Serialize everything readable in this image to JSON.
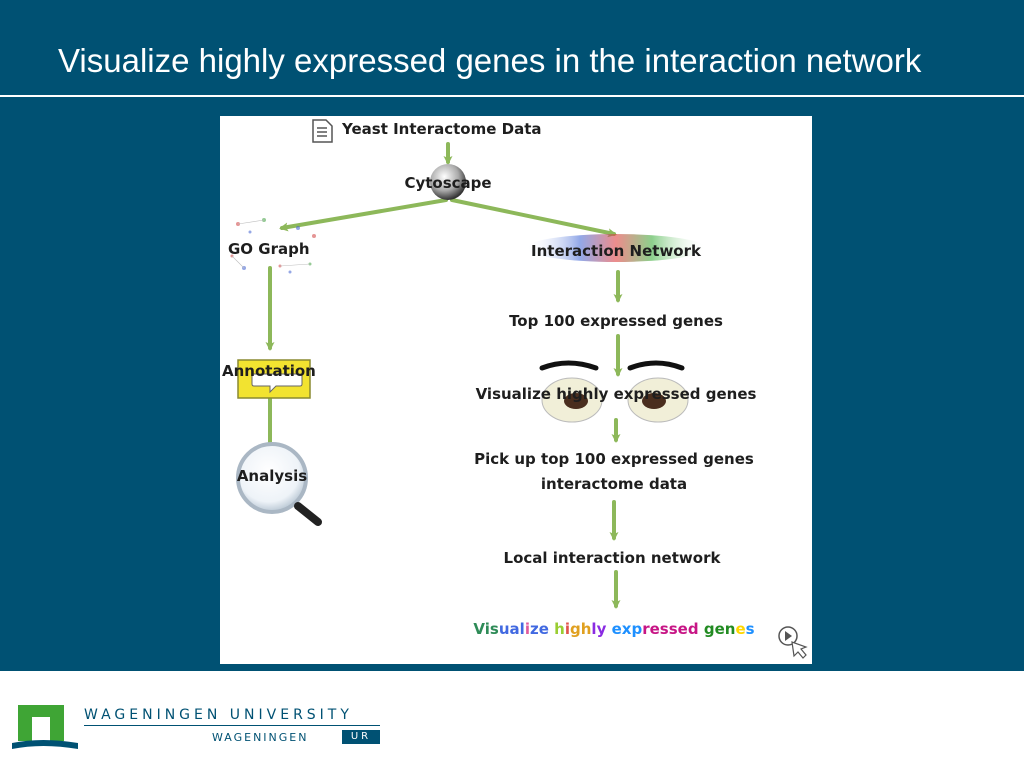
{
  "slide": {
    "title": "Visualize highly expressed genes in the interaction network"
  },
  "diagram": {
    "nodes": {
      "source": "Yeast Interactome Data",
      "cytoscape": "Cytoscape",
      "go_graph": "GO Graph",
      "annotation": "Annotation",
      "analysis": "Analysis",
      "interaction_network": "Interaction Network",
      "top100": "Top 100 expressed  genes",
      "visualize": "Visualize highly expressed genes",
      "pickup_line1": "Pick up top 100 expressed genes",
      "pickup_line2": "interactome data",
      "local_network": "Local interaction network"
    },
    "final_label_letters": [
      {
        "ch": "V",
        "color": "#2e8b57"
      },
      {
        "ch": "i",
        "color": "#2e8b57"
      },
      {
        "ch": "s",
        "color": "#2e8b57"
      },
      {
        "ch": "u",
        "color": "#4169e1"
      },
      {
        "ch": "a",
        "color": "#4169e1"
      },
      {
        "ch": "l",
        "color": "#4169e1"
      },
      {
        "ch": "i",
        "color": "#e05a9c"
      },
      {
        "ch": "z",
        "color": "#4169e1"
      },
      {
        "ch": "e",
        "color": "#4169e1"
      },
      {
        "ch": " ",
        "color": "#000000"
      },
      {
        "ch": "h",
        "color": "#9acd32"
      },
      {
        "ch": "i",
        "color": "#e0524a"
      },
      {
        "ch": "g",
        "color": "#e0a020"
      },
      {
        "ch": "h",
        "color": "#e0a020"
      },
      {
        "ch": "l",
        "color": "#8a2be2"
      },
      {
        "ch": "y",
        "color": "#8a2be2"
      },
      {
        "ch": " ",
        "color": "#000000"
      },
      {
        "ch": "e",
        "color": "#1e90ff"
      },
      {
        "ch": "x",
        "color": "#1e90ff"
      },
      {
        "ch": "p",
        "color": "#1e90ff"
      },
      {
        "ch": "r",
        "color": "#c71585"
      },
      {
        "ch": "e",
        "color": "#c71585"
      },
      {
        "ch": "s",
        "color": "#c71585"
      },
      {
        "ch": "s",
        "color": "#c71585"
      },
      {
        "ch": "e",
        "color": "#c71585"
      },
      {
        "ch": "d",
        "color": "#c71585"
      },
      {
        "ch": " ",
        "color": "#000000"
      },
      {
        "ch": "g",
        "color": "#228b22"
      },
      {
        "ch": "e",
        "color": "#228b22"
      },
      {
        "ch": "n",
        "color": "#228b22"
      },
      {
        "ch": "e",
        "color": "#ffd700"
      },
      {
        "ch": "s",
        "color": "#1e90ff"
      }
    ],
    "arrow_color": "#8db85a"
  },
  "footer": {
    "university": "WAGENINGEN UNIVERSITY",
    "ur_text": "WAGENINGEN",
    "ur_box": "UR",
    "brand_color": "#005173",
    "logo_color": "#3fa535"
  }
}
